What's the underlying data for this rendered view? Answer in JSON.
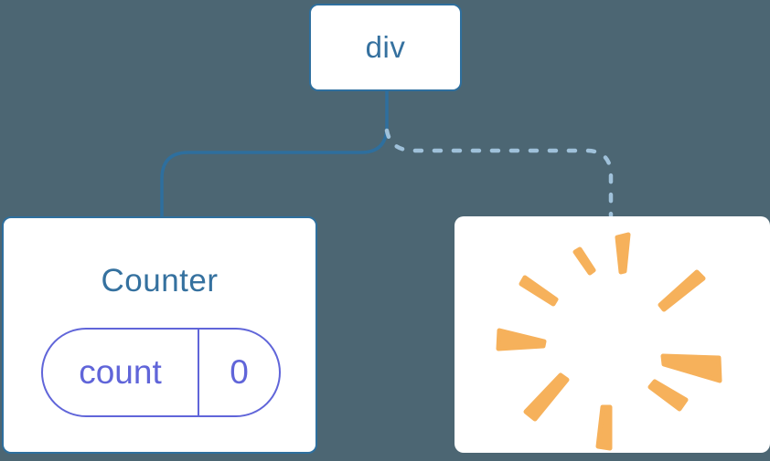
{
  "colors": {
    "background": "#4c6673",
    "node_fill": "#ffffff",
    "node_border": "#2e6f9e",
    "node_text": "#35719f",
    "solid_connector": "#2e6f9e",
    "dashed_connector": "#9fc1da",
    "state_accent": "#6065d9",
    "poof_orange": "#f6b15b"
  },
  "tree": {
    "root": {
      "label": "div"
    },
    "children": [
      {
        "title": "Counter",
        "state": {
          "key": "count",
          "value": "0"
        }
      },
      {
        "icon": "poof-explosion-icon"
      }
    ]
  }
}
